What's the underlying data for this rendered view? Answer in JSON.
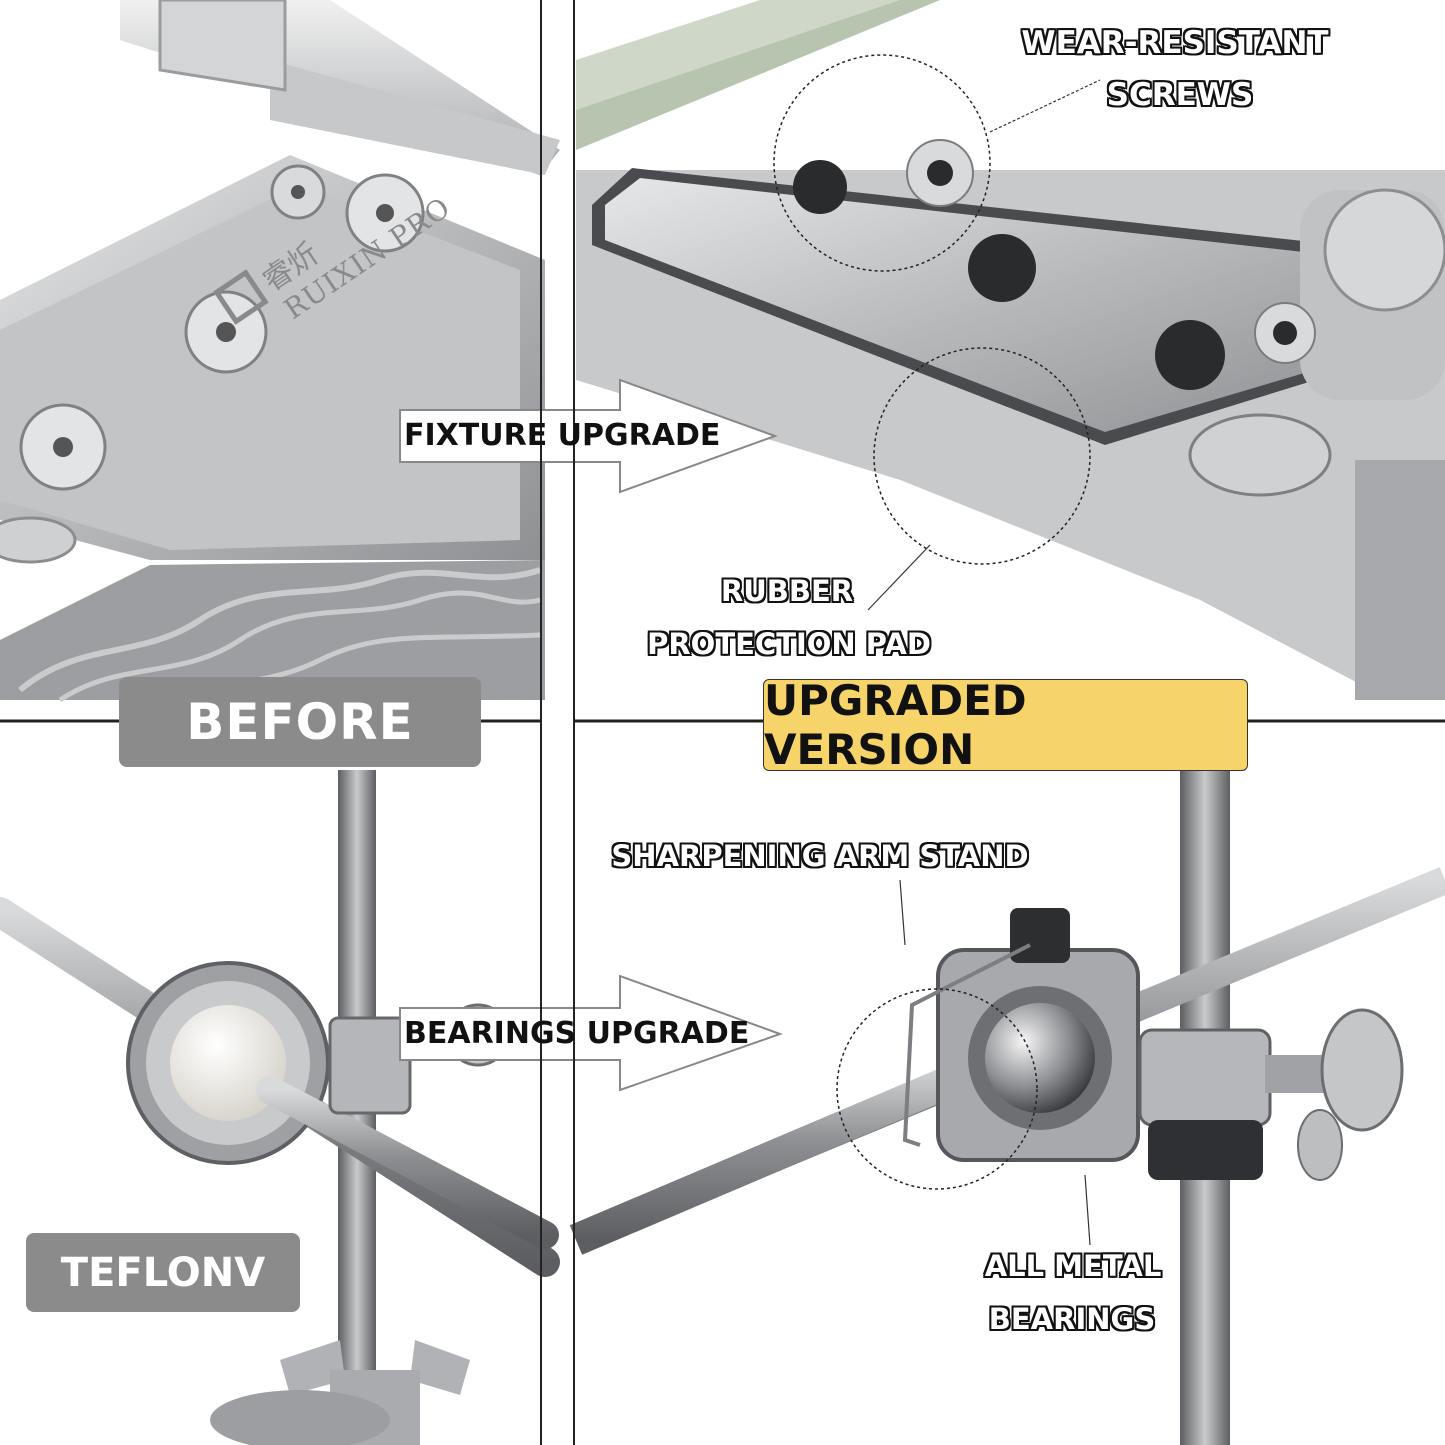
{
  "labels": {
    "before": "BEFORE",
    "upgraded": "UPGRADED VERSION",
    "teflon": "TEFLONV",
    "fixture_upgrade": "FIXTURE UPGRADE",
    "bearings_upgrade": "BEARINGS UPGRADE"
  },
  "callouts": {
    "wear_line1": "WEAR-RESISTANT",
    "wear_line2": "SCREWS",
    "rubber_line1": "RUBBER",
    "rubber_line2": "PROTECTION PAD",
    "arm_stand": "SHARPENING ARM STAND",
    "metal_line1": "ALL METAL",
    "metal_line2": "BEARINGS"
  },
  "brand": {
    "chinese": "睿炘",
    "english": "RUIXIN PRO"
  },
  "colors": {
    "pill_gray": "#8b8b8b",
    "pill_yellow": "#f6d46a",
    "metal": "#b9bbbd",
    "divider": "#222222"
  }
}
